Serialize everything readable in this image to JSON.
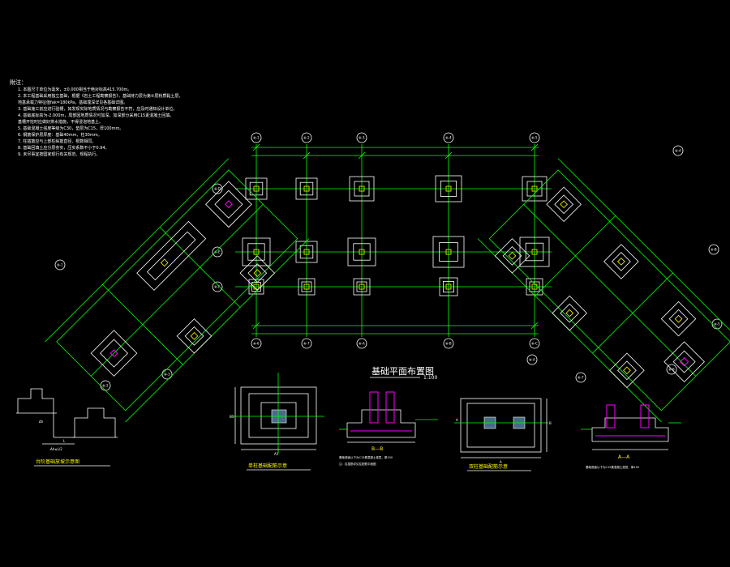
{
  "drawing": {
    "plan_title": "基础平面布置图",
    "plan_scale": "1:100",
    "notes_heading": "附注：",
    "notes": [
      "1. 本图尺寸单位为毫米，±0.000相当于绝对标高415.700m。",
      "2. 本工程基础采用独立基础，根据《岩土工程勘察报告》，基础持力层为第②层粉质黏土层，",
      "   地基承载力特征值fak=180kPa，基础埋深详见各基础详图。",
      "3. 基础施工前应进行验槽，如发现实际地质情况与勘察报告不符，应及时通知设计单位。",
      "4. 基础底标高为-2.000m，局部因地质情况可加深，加深部分采用C15素混凝土回填。",
      "   基槽开挖时应做好排水措施，不得浸泡地基土。",
      "5. 基础混凝土强度等级为C30，垫层为C15，厚100mm。",
      "6. 钢筋保护层厚度：基础40mm，柱30mm。",
      "7. 柱插筋应与上部柱纵筋直径、根数相同。",
      "8. 基础回填土应分层夯实，压实系数不小于0.94。",
      "9. 未尽事宜按国家现行有关规范、规程执行。"
    ],
    "sub_titles": {
      "step": "台阶基础放坡示意图",
      "single": "单柱基础配筋示意",
      "double": "双柱基础配筋示意",
      "bb": "B—B",
      "aa": "A—A"
    },
    "step_label": "Δh≤L/2",
    "axis_labels": [
      "⑧-1",
      "⑧-2",
      "⑧-3",
      "⑧-4",
      "⑧-5",
      "⑧-6",
      "⑧-7",
      "⑧-A",
      "⑧-B",
      "⑧-C",
      "⑧-D",
      "⑧-E",
      "⑧-F"
    ],
    "dims": {
      "a1": "A1",
      "b1": "B1",
      "a": "A",
      "b": "B"
    },
    "section_notes": {
      "bb": "基础底面以下为C15素混凝土垫层，厚100",
      "bb2": "注：柱插筋详见柱配筋平面图",
      "aa": "基础底面以下为C15素混凝土垫层，厚100"
    }
  }
}
